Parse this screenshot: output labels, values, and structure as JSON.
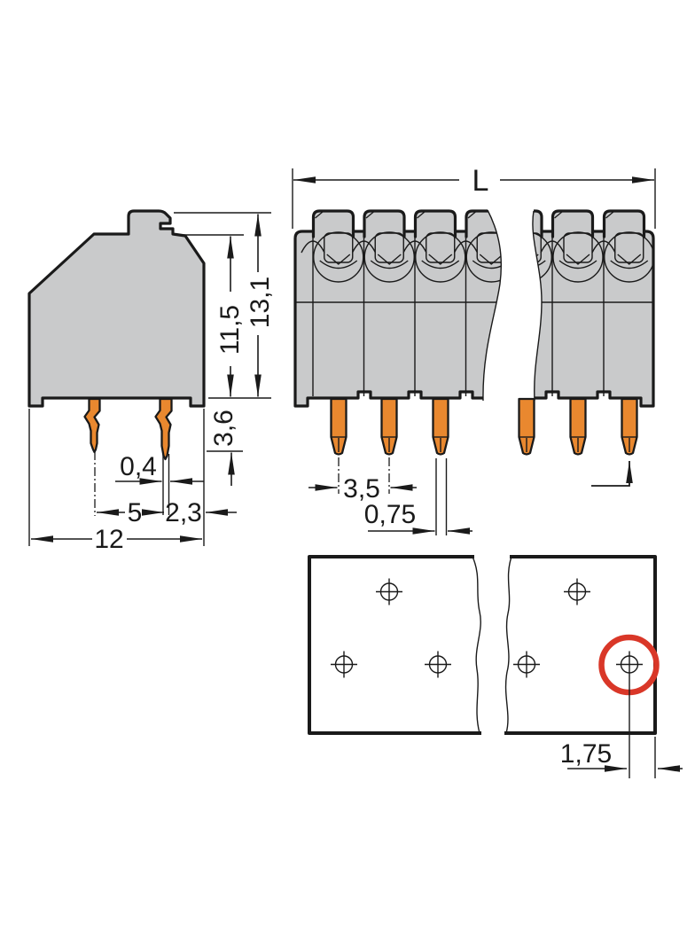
{
  "side": {
    "pin_width": "0,4",
    "pin_pitch": "5",
    "pin_to_edge": "2,3",
    "depth": "12",
    "pin_protrusion": "3,6",
    "body_height": "11,5",
    "total_height": "13,1"
  },
  "front": {
    "total_length": "L",
    "pole_pitch": "3,5",
    "pin_width": "0,75",
    "visible_pins": 6
  },
  "drilling": {
    "hole_to_edge": "1,75",
    "visible_holes": 6,
    "highlighted_hole": "bottom-right"
  },
  "colors": {
    "housing_gray": "#c9cacb",
    "pin_orange": "#e9882f",
    "highlight_red": "#d93728",
    "line_black": "#1a1a1a",
    "background": "#ffffff"
  }
}
